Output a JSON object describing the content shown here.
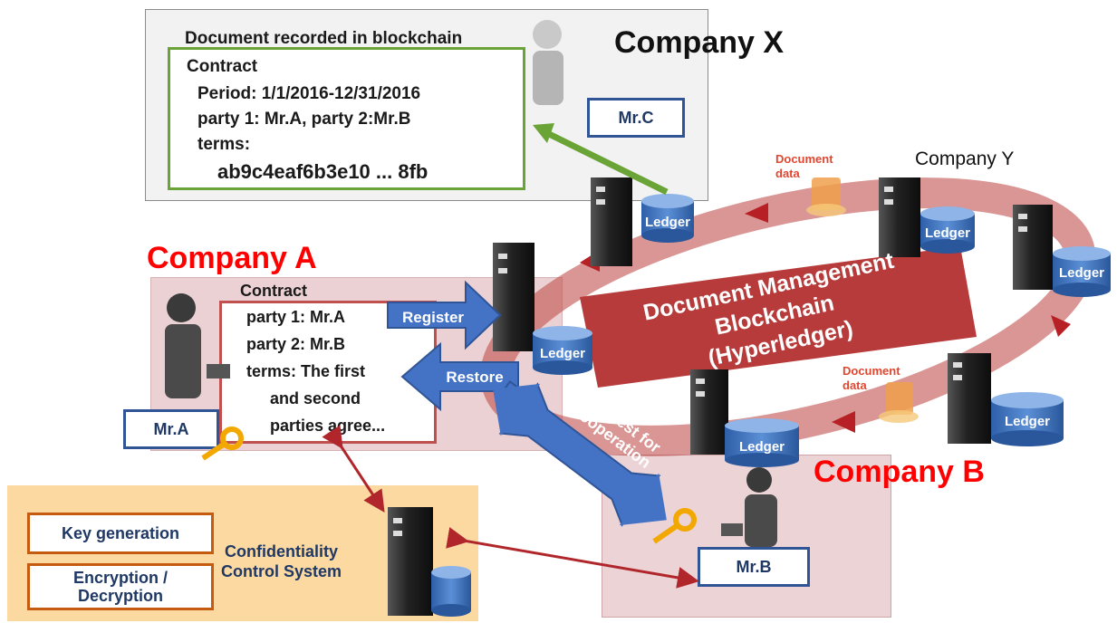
{
  "company_x": {
    "name": "Company X",
    "doc_title": "Document recorded in blockchain",
    "doc_lines": [
      "Contract",
      "Period: 1/1/2016-12/31/2016",
      "party 1: Mr.A, party 2:Mr.B",
      "terms:",
      "ab9c4eaf6b3e10 ... 8fb"
    ],
    "person": "Mr.C"
  },
  "company_y": {
    "name": "Company Y"
  },
  "company_a": {
    "name": "Company A",
    "contract_lines": [
      "Contract",
      "party 1: Mr.A",
      "party 2: Mr.B",
      "terms: The first",
      "and second",
      "parties agree..."
    ],
    "person": "Mr.A"
  },
  "company_b": {
    "name": "Company B",
    "person": "Mr.B"
  },
  "blockchain": {
    "label_lines": [
      "Document Management",
      "Blockchain",
      "(Hyperledger)"
    ]
  },
  "arrows": {
    "register": "Register",
    "restore": "Restore",
    "request": "Request for cooperation"
  },
  "ledger_label": "Ledger",
  "document_data": {
    "line1": "Document",
    "line2": "data"
  },
  "ccs": {
    "label_lines": [
      "Confidentiality",
      "Control System"
    ],
    "key_generation": "Key generation",
    "encryption_lines": [
      "Encryption /",
      "Decryption"
    ]
  },
  "colors": {
    "ring": "#c0504d",
    "arrow_blue": "#4472c4",
    "green": "#6aa437",
    "company_red": "#ff0000"
  }
}
